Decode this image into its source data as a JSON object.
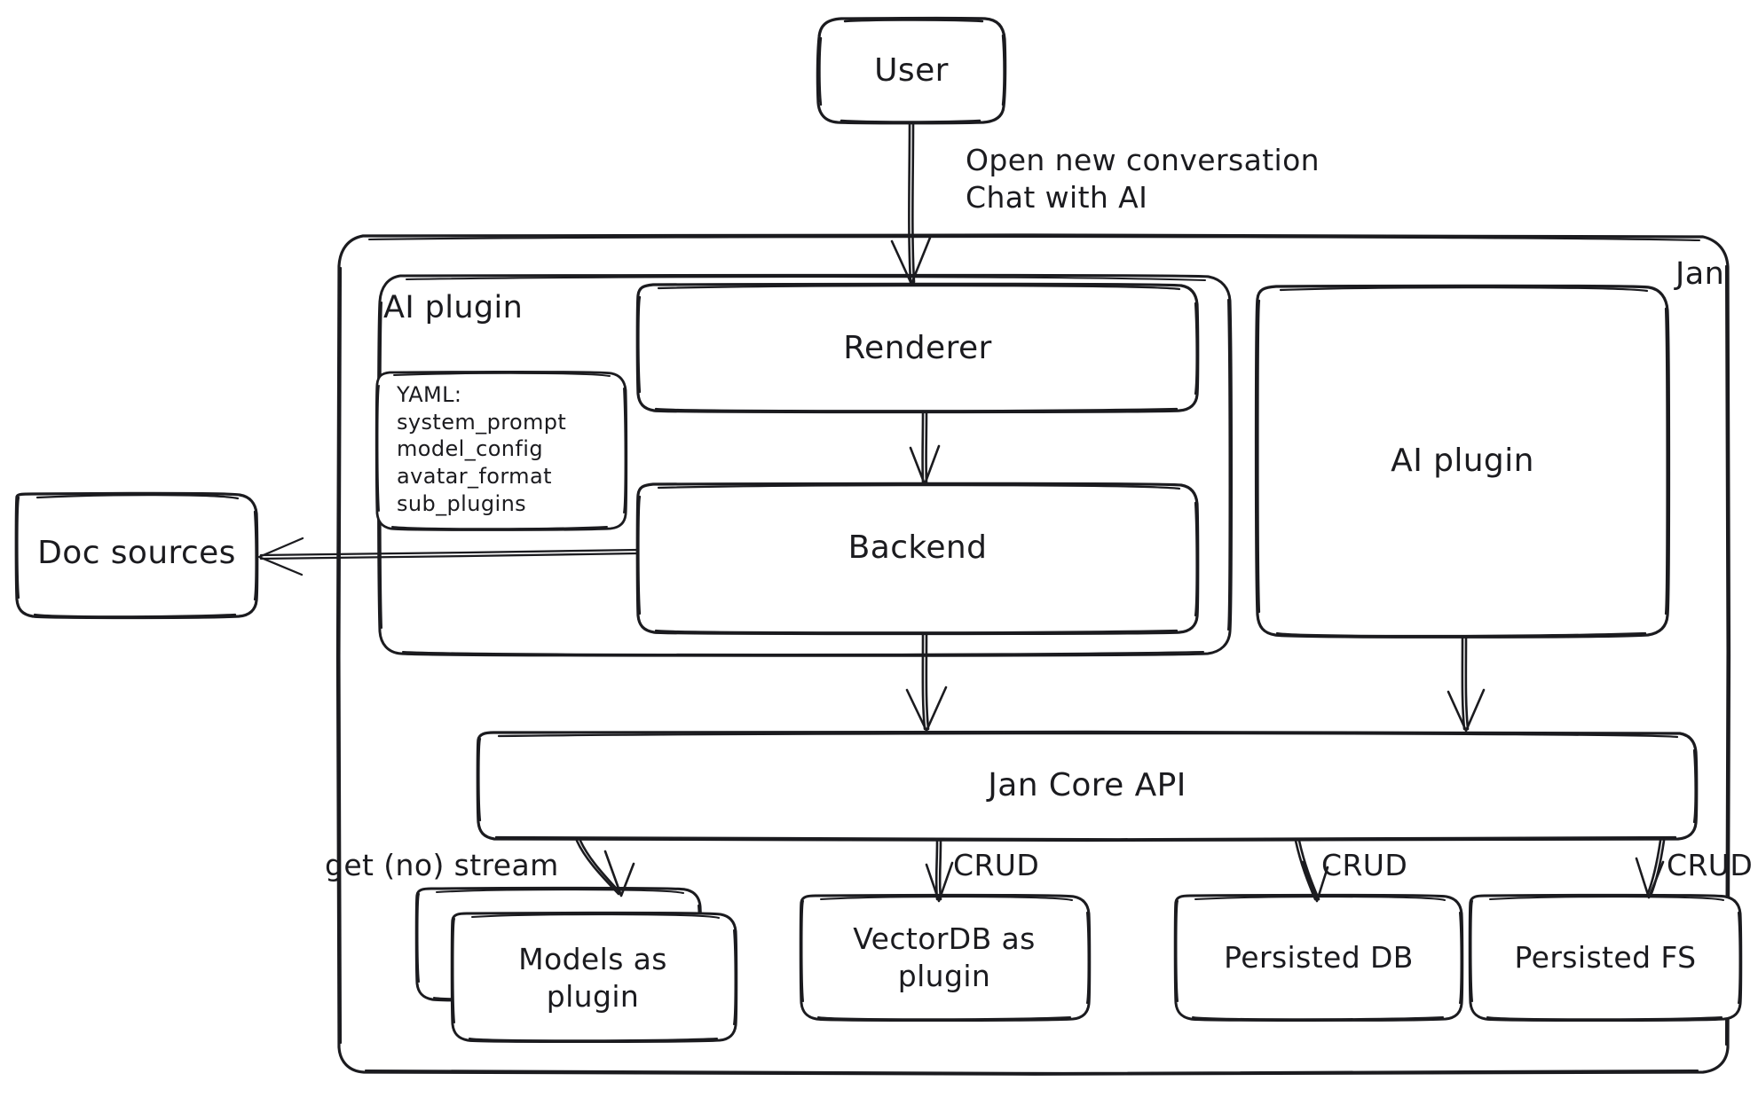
{
  "diagram": {
    "title": "Jan architecture diagram",
    "style": "hand-drawn",
    "stroke_color": "#1b1b1f",
    "background_color": "#ffffff",
    "nodes": {
      "user": {
        "label": "User"
      },
      "jan_container": {
        "label": "Jan"
      },
      "ai_plugin_group": {
        "label": "AI plugin"
      },
      "yaml_box": {
        "title": "YAML:",
        "lines": [
          "system_prompt",
          "model_config",
          "avatar_format",
          "sub_plugins"
        ],
        "text": "YAML:\nsystem_prompt\nmodel_config\navatar_format\nsub_plugins"
      },
      "renderer": {
        "label": "Renderer"
      },
      "backend": {
        "label": "Backend"
      },
      "ai_plugin_box": {
        "label": "AI plugin"
      },
      "doc_sources": {
        "label": "Doc sources"
      },
      "jan_core_api": {
        "label": "Jan Core API"
      },
      "models_plugin": {
        "label": "Models as\nplugin"
      },
      "vectordb_plugin": {
        "label": "VectorDB as\nplugin"
      },
      "persisted_db": {
        "label": "Persisted DB"
      },
      "persisted_fs": {
        "label": "Persisted FS"
      }
    },
    "edges": [
      {
        "id": "user-to-renderer",
        "label": "Open new conversation\nChat with AI",
        "from": "user",
        "to": "renderer"
      },
      {
        "id": "renderer-to-backend",
        "label": "",
        "from": "renderer",
        "to": "backend"
      },
      {
        "id": "backend-to-doc-sources",
        "label": "",
        "from": "backend",
        "to": "doc_sources"
      },
      {
        "id": "backend-to-core",
        "label": "",
        "from": "backend",
        "to": "jan_core_api"
      },
      {
        "id": "aiplugin-to-core",
        "label": "",
        "from": "ai_plugin_box",
        "to": "jan_core_api"
      },
      {
        "id": "core-to-models",
        "label": "get (no) stream",
        "from": "jan_core_api",
        "to": "models_plugin"
      },
      {
        "id": "core-to-vectordb",
        "label": "CRUD",
        "from": "jan_core_api",
        "to": "vectordb_plugin"
      },
      {
        "id": "core-to-db",
        "label": "CRUD",
        "from": "jan_core_api",
        "to": "persisted_db"
      },
      {
        "id": "core-to-fs",
        "label": "CRUD",
        "from": "jan_core_api",
        "to": "persisted_fs"
      }
    ]
  }
}
